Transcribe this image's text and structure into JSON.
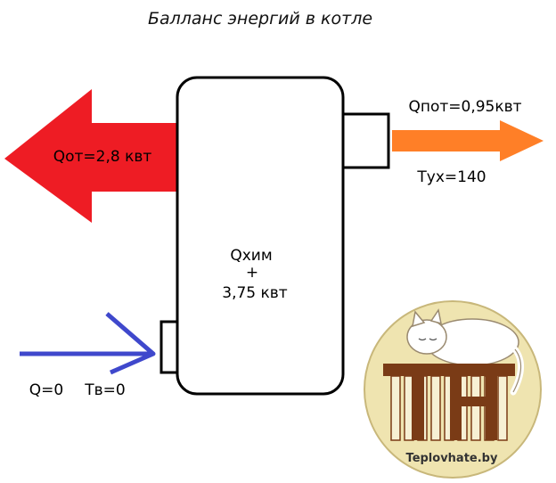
{
  "title": "Балланс энергий в котле",
  "labels": {
    "q_out": "Qот=2,8 квт",
    "q_loss": "Qпот=0,95квт",
    "t_flue": "Tух=140",
    "q_chem": "Qхим",
    "plus": "+",
    "q_chem_value": "3,75 квт",
    "q_in": "Q=0",
    "t_in": "Tв=0"
  },
  "logo": {
    "letters": "TH",
    "site": "Teplovhate.by"
  },
  "colors": {
    "red_arrow": "#ee1c24",
    "orange_arrow": "#ff7f27",
    "blue_arrow": "#3f48cc",
    "logo_bg": "#efe4b0",
    "logo_brown": "#7a3b16"
  }
}
